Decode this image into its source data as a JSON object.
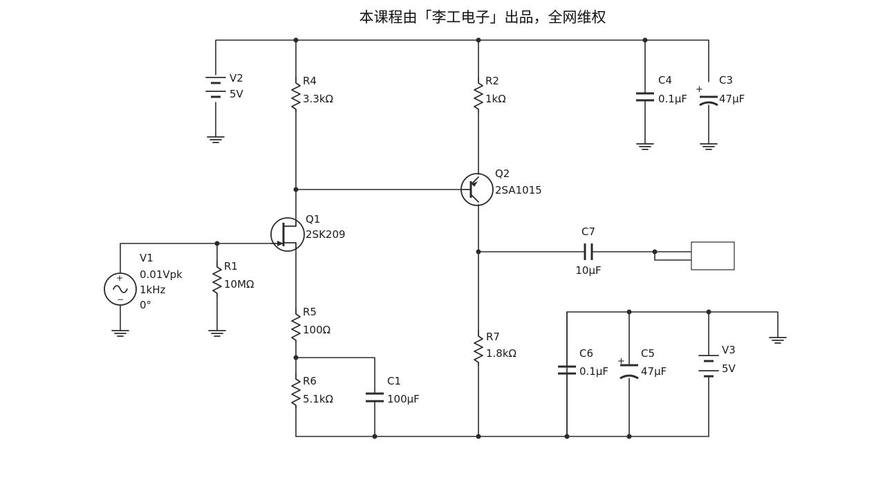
{
  "banner": {
    "text": "本课程由「李工电子」出品，全网维权"
  },
  "components": {
    "V1": {
      "ref": "V1",
      "amplitude": "0.01Vpk",
      "frequency": "1kHz",
      "phase": "0°",
      "icon": "ac-voltage-source-icon"
    },
    "V2": {
      "ref": "V2",
      "value": "5V",
      "icon": "dc-battery-icon"
    },
    "V3": {
      "ref": "V3",
      "value": "5V",
      "icon": "dc-battery-icon"
    },
    "R1": {
      "ref": "R1",
      "value": "10MΩ"
    },
    "R2": {
      "ref": "R2",
      "value": "1kΩ"
    },
    "R4": {
      "ref": "R4",
      "value": "3.3kΩ"
    },
    "R5": {
      "ref": "R5",
      "value": "100Ω"
    },
    "R6": {
      "ref": "R6",
      "value": "5.1kΩ"
    },
    "R7": {
      "ref": "R7",
      "value": "1.8kΩ"
    },
    "C1": {
      "ref": "C1",
      "value": "100μF"
    },
    "C3": {
      "ref": "C3",
      "value": "47μF"
    },
    "C4": {
      "ref": "C4",
      "value": "0.1μF"
    },
    "C5": {
      "ref": "C5",
      "value": "47μF"
    },
    "C6": {
      "ref": "C6",
      "value": "0.1μF"
    },
    "C7": {
      "ref": "C7",
      "value": "10μF"
    },
    "Q1": {
      "ref": "Q1",
      "part": "2SK209",
      "icon": "n-jfet-icon"
    },
    "Q2": {
      "ref": "Q2",
      "part": "2SA1015",
      "icon": "pnp-transistor-icon"
    }
  },
  "colors": {
    "ink": "#2b2b2b",
    "background": "#ffffff"
  }
}
